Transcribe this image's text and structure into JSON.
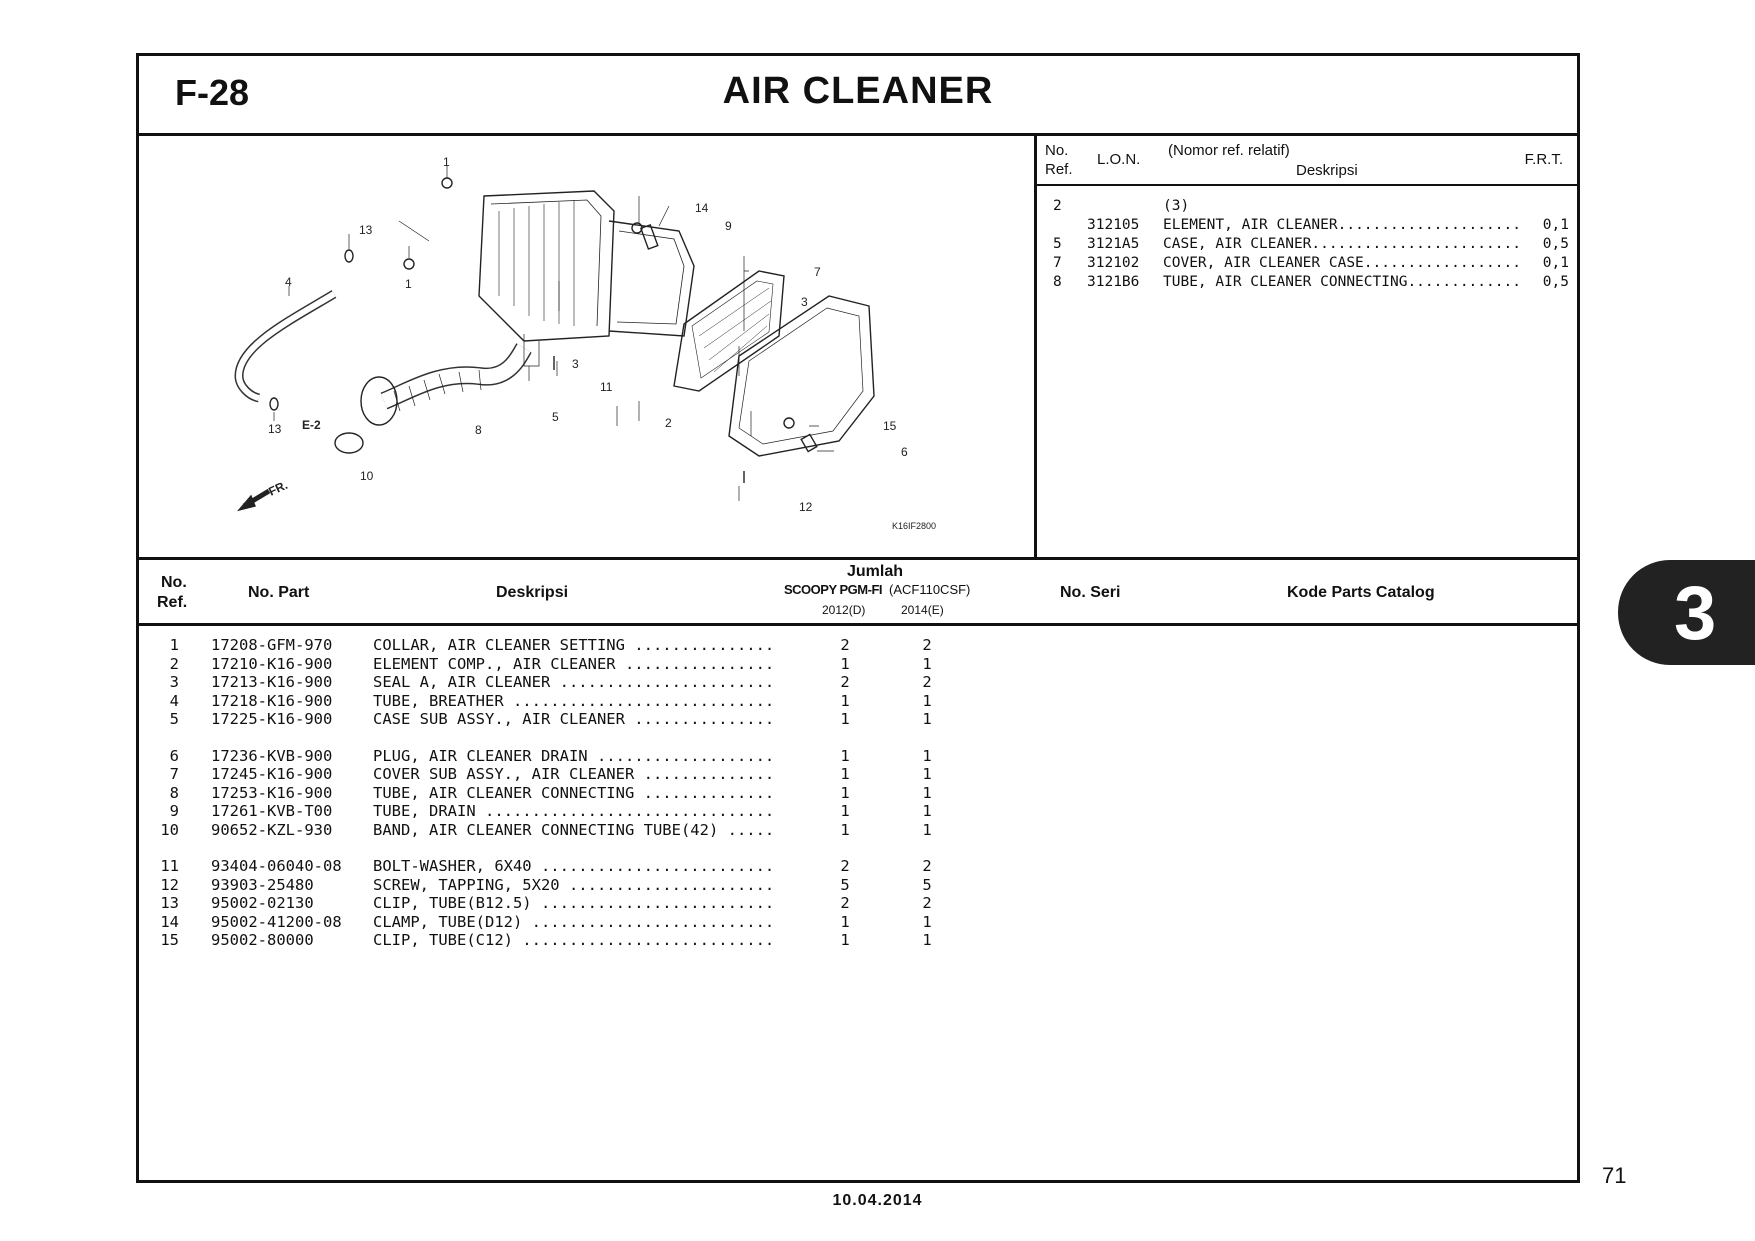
{
  "header": {
    "code": "F-28",
    "title": "AIR CLEANER"
  },
  "diagram": {
    "callouts": [
      "1",
      "1",
      "2",
      "3",
      "3",
      "4",
      "5",
      "6",
      "7",
      "8",
      "9",
      "10",
      "11",
      "12",
      "13",
      "13",
      "14",
      "15"
    ],
    "ref_label": "E-2",
    "direction_label": "FR.",
    "drawing_code": "K16IF2800"
  },
  "frt_table": {
    "headers": {
      "no_ref": "No.",
      "ref": "Ref.",
      "lon": "L.O.N.",
      "nomor": "(Nomor ref. relatif)",
      "deskripsi": "Deskripsi",
      "frt": "F.R.T."
    },
    "rows": [
      {
        "ref": "2",
        "lon": "",
        "desc": "(3)",
        "dots": "",
        "frt": ""
      },
      {
        "ref": "",
        "lon": "312105",
        "desc": "ELEMENT, AIR CLEANER",
        "dots": ".....................",
        "frt": "0,1"
      },
      {
        "ref": "5",
        "lon": "3121A5",
        "desc": "CASE, AIR CLEANER",
        "dots": "........................",
        "frt": "0,5"
      },
      {
        "ref": "7",
        "lon": "312102",
        "desc": "COVER, AIR CLEANER CASE",
        "dots": "..................",
        "frt": "0,1"
      },
      {
        "ref": "8",
        "lon": "3121B6",
        "desc": "TUBE, AIR CLEANER CONNECTING",
        "dots": ".............",
        "frt": "0,5"
      }
    ]
  },
  "parts_table": {
    "headers": {
      "no": "No.",
      "ref": "Ref.",
      "part": "No. Part",
      "desc": "Deskripsi",
      "jumlah": "Jumlah",
      "model": "SCOOPY PGM-FI",
      "model_code": "(ACF110CSF)",
      "y1": "2012(D)",
      "y2": "2014(E)",
      "seri": "No. Seri",
      "kode": "Kode Parts Catalog"
    },
    "groups": [
      [
        {
          "ref": "1",
          "part": "17208-GFM-970",
          "desc": "COLLAR, AIR CLEANER SETTING ...............",
          "q1": "2",
          "q2": "2"
        },
        {
          "ref": "2",
          "part": "17210-K16-900",
          "desc": "ELEMENT COMP., AIR CLEANER ................",
          "q1": "1",
          "q2": "1"
        },
        {
          "ref": "3",
          "part": "17213-K16-900",
          "desc": "SEAL A, AIR CLEANER .......................",
          "q1": "2",
          "q2": "2"
        },
        {
          "ref": "4",
          "part": "17218-K16-900",
          "desc": "TUBE, BREATHER ............................",
          "q1": "1",
          "q2": "1"
        },
        {
          "ref": "5",
          "part": "17225-K16-900",
          "desc": "CASE SUB ASSY., AIR CLEANER ...............",
          "q1": "1",
          "q2": "1"
        }
      ],
      [
        {
          "ref": "6",
          "part": "17236-KVB-900",
          "desc": "PLUG, AIR CLEANER DRAIN ...................",
          "q1": "1",
          "q2": "1"
        },
        {
          "ref": "7",
          "part": "17245-K16-900",
          "desc": "COVER SUB ASSY., AIR CLEANER ..............",
          "q1": "1",
          "q2": "1"
        },
        {
          "ref": "8",
          "part": "17253-K16-900",
          "desc": "TUBE, AIR CLEANER CONNECTING ..............",
          "q1": "1",
          "q2": "1"
        },
        {
          "ref": "9",
          "part": "17261-KVB-T00",
          "desc": "TUBE, DRAIN ...............................",
          "q1": "1",
          "q2": "1"
        },
        {
          "ref": "10",
          "part": "90652-KZL-930",
          "desc": "BAND, AIR CLEANER CONNECTING TUBE(42) .....",
          "q1": "1",
          "q2": "1"
        }
      ],
      [
        {
          "ref": "11",
          "part": "93404-06040-08",
          "desc": "BOLT-WASHER, 6X40 .........................",
          "q1": "2",
          "q2": "2"
        },
        {
          "ref": "12",
          "part": "93903-25480",
          "desc": "SCREW, TAPPING, 5X20 ......................",
          "q1": "5",
          "q2": "5"
        },
        {
          "ref": "13",
          "part": "95002-02130",
          "desc": "CLIP, TUBE(B12.5) .........................",
          "q1": "2",
          "q2": "2"
        },
        {
          "ref": "14",
          "part": "95002-41200-08",
          "desc": "CLAMP, TUBE(D12) ..........................",
          "q1": "1",
          "q2": "1"
        },
        {
          "ref": "15",
          "part": "95002-80000",
          "desc": "CLIP, TUBE(C12) ...........................",
          "q1": "1",
          "q2": "1"
        }
      ]
    ]
  },
  "section_tab": "3",
  "page_number": "71",
  "footer_date": "10.04.2014"
}
